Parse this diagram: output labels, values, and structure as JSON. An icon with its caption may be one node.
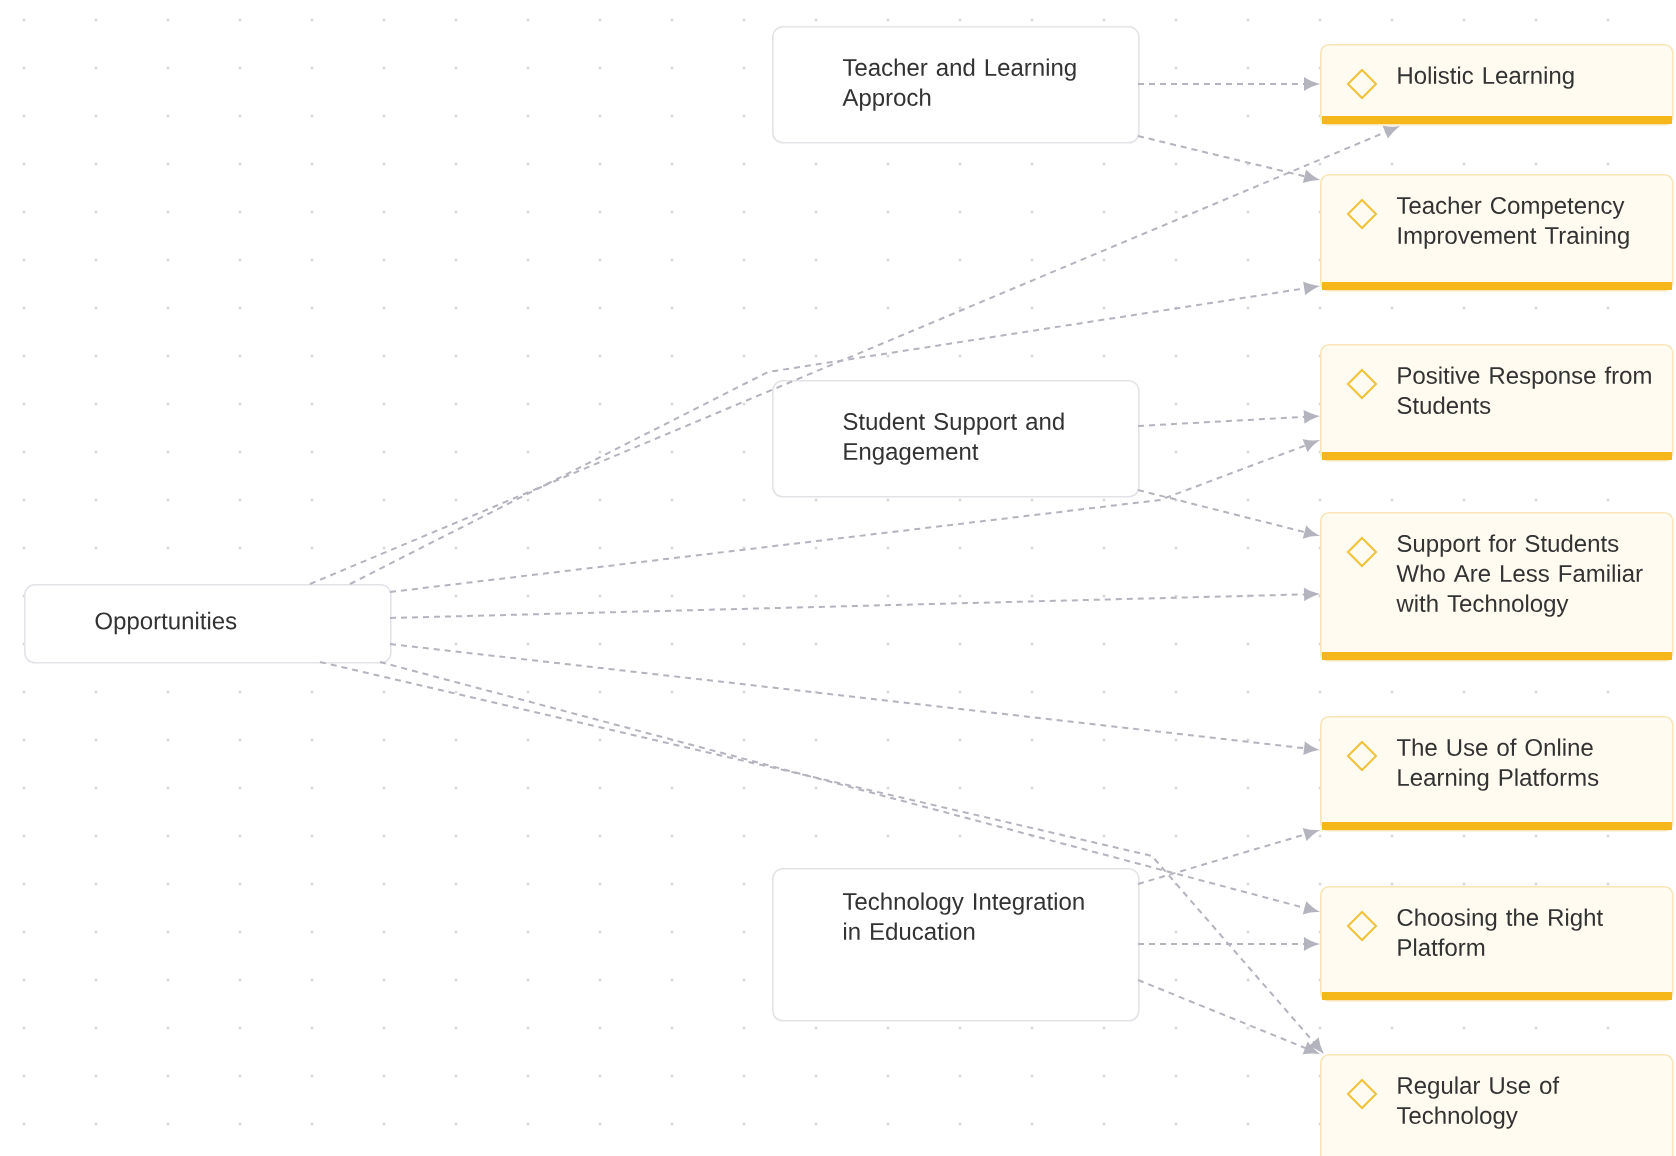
{
  "diagram": {
    "nodes": [
      {
        "text": [
          "Opportunities"
        ]
      },
      {
        "text": [
          "Teacher and Learning Approch"
        ]
      },
      {
        "text": [
          "Student Support and Engagement"
        ]
      },
      {
        "text": [
          "Technology Integration in Education"
        ]
      },
      {
        "text": [
          "Holistic Learning"
        ]
      },
      {
        "text": [
          "Teacher Competency Improvement Training"
        ]
      },
      {
        "text": [
          "Positive Response from Students"
        ]
      },
      {
        "text": [
          "Support for Students Who Are Less Familiar with Technology"
        ]
      },
      {
        "text": [
          "The Use of Online Learning Platforms"
        ]
      },
      {
        "text": [
          "Choosing the Right Platform"
        ]
      },
      {
        "text": [
          "Regular Use of Technology"
        ]
      }
    ],
    "edges": [
      {
        "from": 0,
        "to": 4,
        "arrow": "to",
        "style": "dashed"
      },
      {
        "from": 0,
        "to": 5,
        "arrow": "to",
        "style": "dashed"
      },
      {
        "from": 0,
        "to": 6,
        "arrow": "to",
        "style": "dashed"
      },
      {
        "from": 0,
        "to": 7,
        "arrow": "to",
        "style": "dashed"
      },
      {
        "from": 0,
        "to": 8,
        "arrow": "to",
        "style": "dashed"
      },
      {
        "from": 0,
        "to": 9,
        "arrow": "to",
        "style": "dashed"
      },
      {
        "from": 0,
        "to": 10,
        "arrow": "to",
        "style": "dashed"
      },
      {
        "from": 1,
        "to": 4,
        "arrow": "to",
        "style": "dashed"
      },
      {
        "from": 1,
        "to": 5,
        "arrow": "to",
        "style": "dashed"
      },
      {
        "from": 2,
        "to": 6,
        "arrow": "to",
        "style": "dashed"
      },
      {
        "from": 2,
        "to": 7,
        "arrow": "to",
        "style": "dashed"
      },
      {
        "from": 3,
        "to": 8,
        "arrow": "to",
        "style": "dashed"
      },
      {
        "from": 3,
        "to": 9,
        "arrow": "to",
        "style": "dashed"
      },
      {
        "from": 3,
        "to": 10,
        "arrow": "to",
        "style": "dashed"
      }
    ]
  }
}
